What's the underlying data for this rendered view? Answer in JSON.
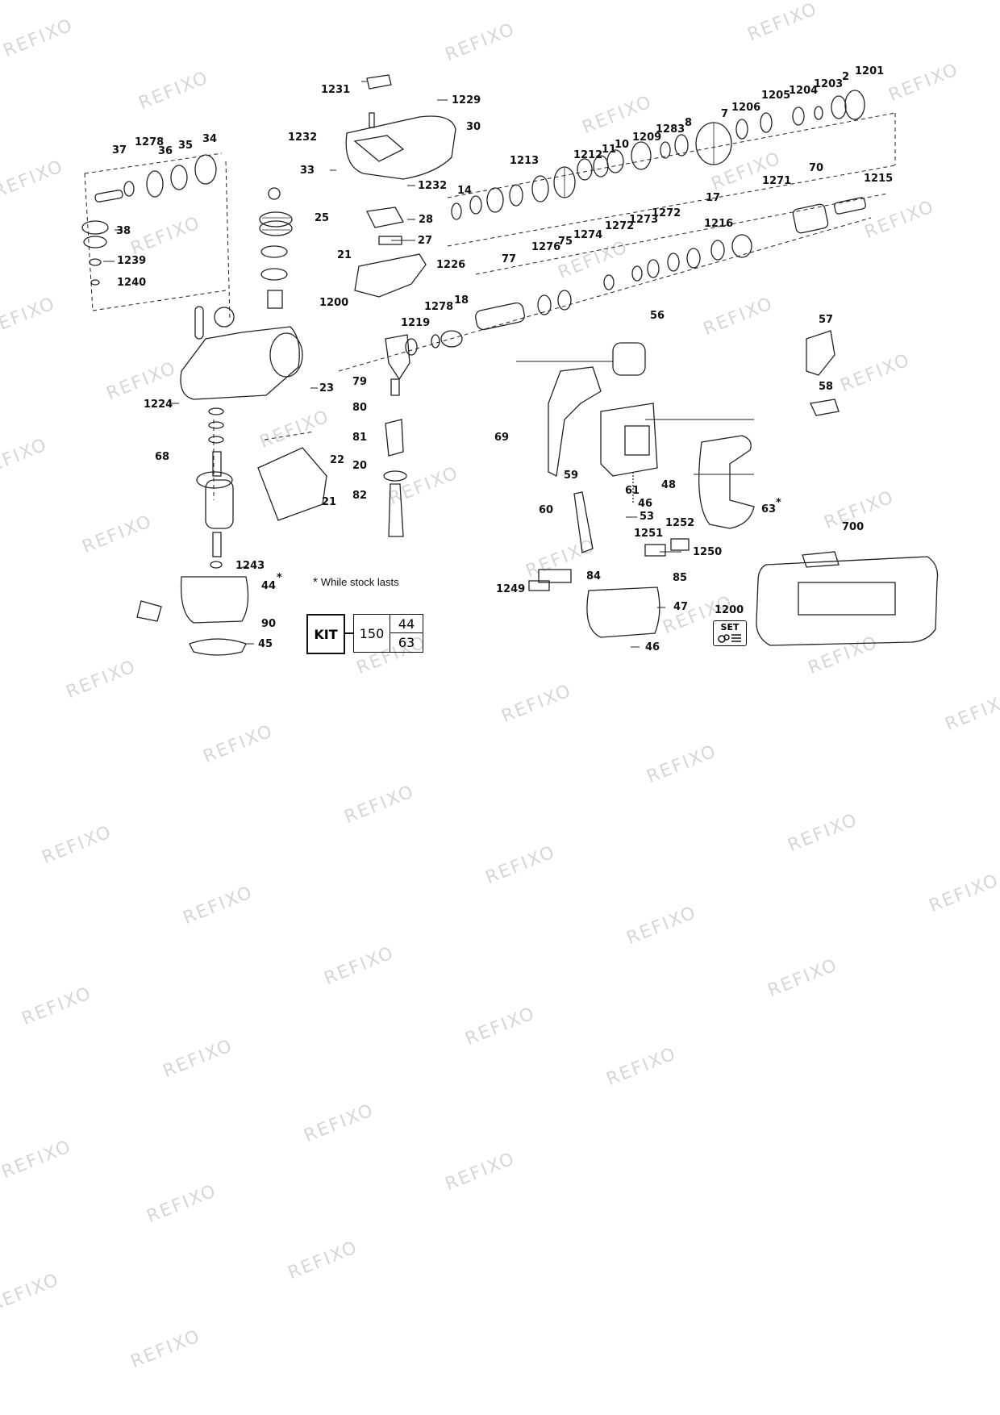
{
  "watermark": "REFIXO",
  "note": {
    "star": "*",
    "text": "While stock lasts"
  },
  "kit": {
    "label": "KIT",
    "number": "150",
    "items": [
      "44",
      "63"
    ]
  },
  "set_badge": {
    "label": "SET"
  },
  "asterisk": "*",
  "part_numbers": {
    "p1231": "1231",
    "p1229": "1229",
    "p30": "30",
    "p1232a": "1232",
    "p33": "33",
    "p1232b": "1232",
    "p28": "28",
    "p27": "27",
    "p21a": "21",
    "p25": "25",
    "p1226": "1226",
    "p1200a": "1200",
    "p37": "37",
    "p1278a": "1278",
    "p36": "36",
    "p35": "35",
    "p34": "34",
    "p38": "38",
    "p1239": "1239",
    "p1240": "1240",
    "p1201": "1201",
    "p2": "2",
    "p1203": "1203",
    "p1204": "1204",
    "p1205": "1205",
    "p1206": "1206",
    "p7": "7",
    "p8": "8",
    "p1283": "1283",
    "p1209": "1209",
    "p10": "10",
    "p11": "11",
    "p1212": "1212",
    "p1213": "1213",
    "p14": "14",
    "p17": "17",
    "p1271": "1271",
    "p70": "70",
    "p1215": "1215",
    "p1272a": "1272",
    "p1273": "1273",
    "p1272b": "1272",
    "p1274": "1274",
    "p75": "75",
    "p1276": "1276",
    "p77": "77",
    "p1216": "1216",
    "p18": "18",
    "p1278b": "1278",
    "p1219": "1219",
    "p56": "56",
    "p57": "57",
    "p58": "58",
    "p23": "23",
    "p1224": "1224",
    "p79": "79",
    "p80": "80",
    "p81": "81",
    "p20": "20",
    "p82": "82",
    "p22": "22",
    "p21b": "21",
    "p68": "68",
    "p1243": "1243",
    "p44": "44",
    "p90": "90",
    "p45": "45",
    "p69": "69",
    "p59": "59",
    "p61": "61",
    "p46a": "46",
    "p48": "48",
    "p60": "60",
    "p53": "53",
    "p63": "63",
    "p1252": "1252",
    "p1251": "1251",
    "p1250": "1250",
    "p700": "700",
    "p84": "84",
    "p85": "85",
    "p1249": "1249",
    "p47": "47",
    "p1200b": "1200",
    "p46b": "46"
  }
}
